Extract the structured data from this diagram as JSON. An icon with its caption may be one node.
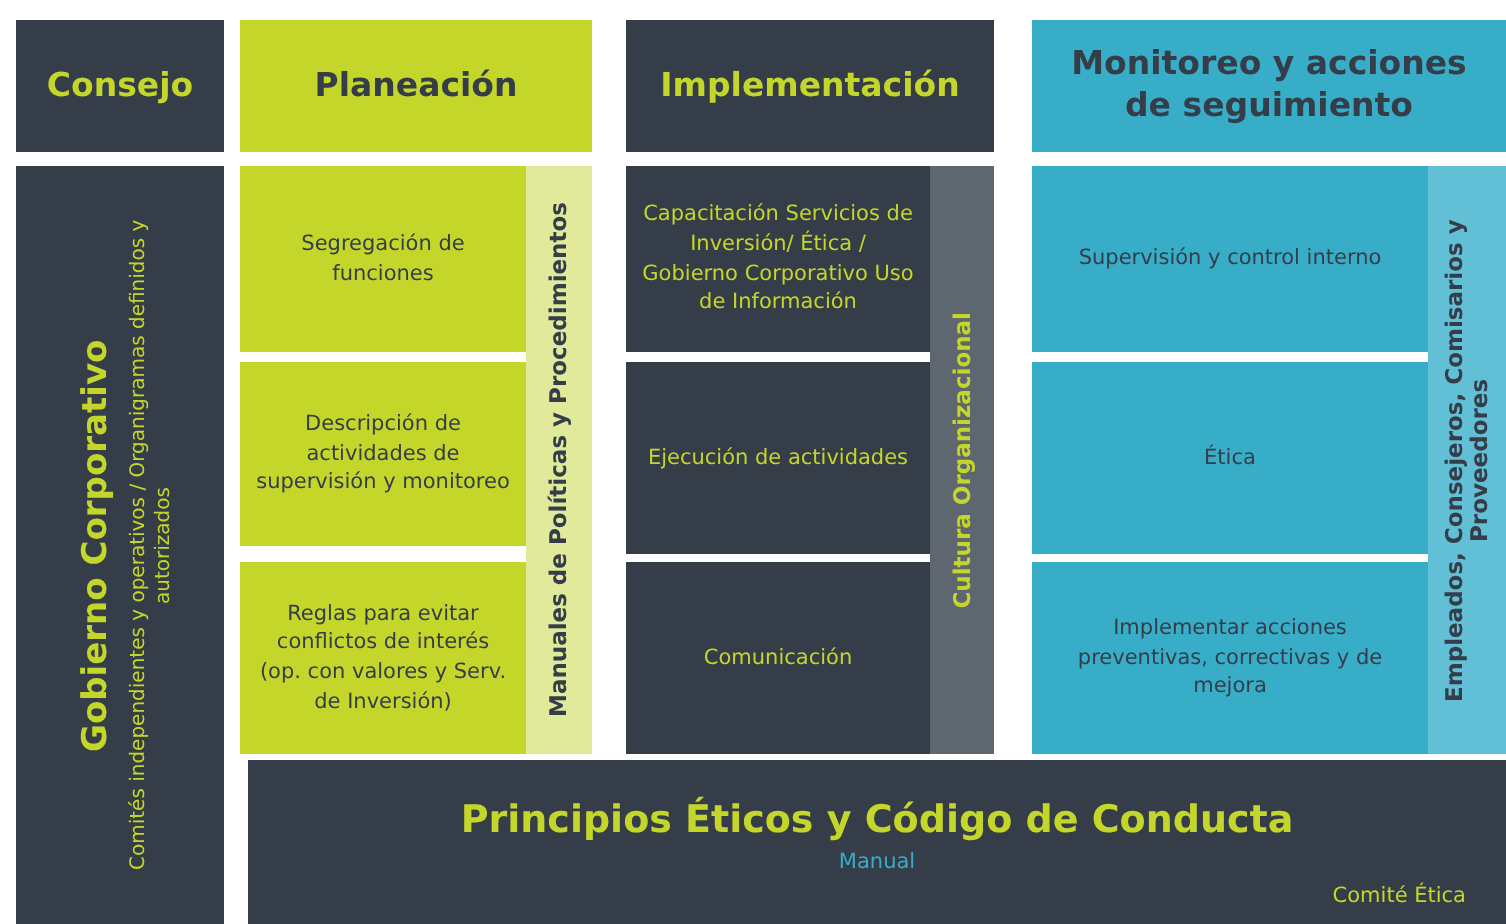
{
  "diagram": {
    "nodes": [
      {
        "text": [
          "Consejo"
        ]
      },
      {
        "text": [
          "Planeación"
        ]
      },
      {
        "text": [
          "Implementación"
        ]
      },
      {
        "text": [
          "Monitoreo y acciones de seguimiento"
        ]
      },
      {
        "text": [
          "Gobierno Corporativo",
          "Comités independientes y operativos / Organigramas definidos y autorizados"
        ]
      },
      {
        "text": [
          "Segregación de funciones"
        ]
      },
      {
        "text": [
          "Descripción de actividades de supervisión y monitoreo"
        ]
      },
      {
        "text": [
          "Reglas para evitar conflictos de interés (op. con valores y Serv. de Inversión)"
        ]
      },
      {
        "text": [
          "Manuales de Políticas y Procedimientos"
        ]
      },
      {
        "text": [
          "Capacitación Servicios de Inversión/ Ética / Gobierno Corporativo Uso de Información"
        ]
      },
      {
        "text": [
          "Ejecución de actividades"
        ]
      },
      {
        "text": [
          "Comunicación"
        ]
      },
      {
        "text": [
          "Cultura Organizacional"
        ]
      },
      {
        "text": [
          "Supervisión y control interno"
        ]
      },
      {
        "text": [
          "Ética"
        ]
      },
      {
        "text": [
          "Implementar acciones preventivas, correctivas y de mejora"
        ]
      },
      {
        "text": [
          "Empleados, Consejeros, Comisarios y Proveedores"
        ]
      },
      {
        "text": [
          "Principios Éticos y Código de Conducta",
          "Manual",
          "Comité Ética"
        ]
      }
    ]
  }
}
